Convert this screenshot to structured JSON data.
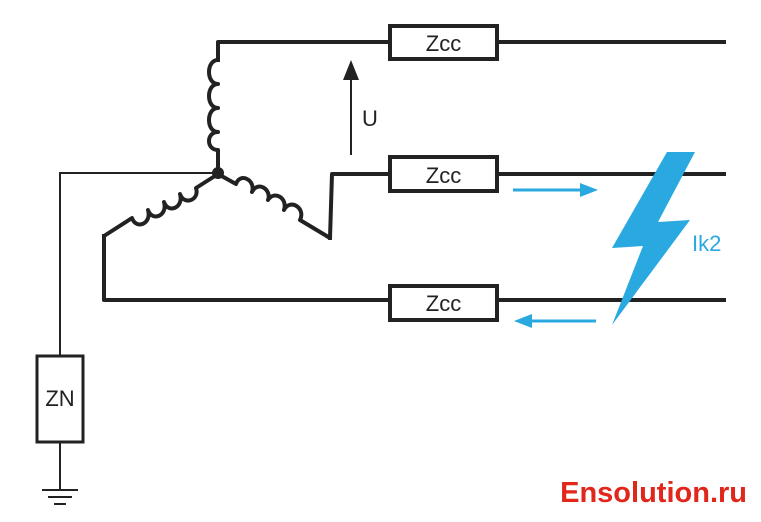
{
  "labels": {
    "impedance_top": "Zcc",
    "impedance_mid": "Zcc",
    "impedance_bot": "Zcc",
    "neutral_impedance": "ZN",
    "voltage": "U",
    "fault_current": "Ik2"
  },
  "brand": "Ensolution.ru",
  "colors": {
    "line": "#222222",
    "accent": "#29a9e0",
    "brand": "#e1261c"
  },
  "icons": {
    "fault": "lightning-bolt-icon",
    "ground": "ground-icon"
  }
}
